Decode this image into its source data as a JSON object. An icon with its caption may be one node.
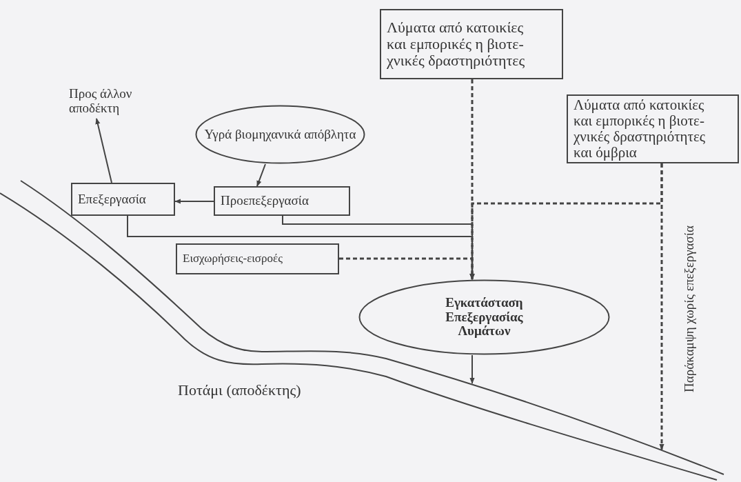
{
  "diagram": {
    "nodes": [
      {
        "text": [
          "Λύματα από κατοικίες και εμπορικές η βιοτε- χνικές δραστηριότητες"
        ]
      },
      {
        "text": [
          "Προς άλλον αποδέκτη"
        ]
      },
      {
        "text": [
          "Υγρά βιομηχανικά απόβλητα"
        ]
      },
      {
        "text": [
          "Λύματα από κατοικίες και εμπορικές η βιοτε- χνικές δραστηριότητες και όμβρια"
        ]
      },
      {
        "text": [
          "Επεξεργασία"
        ]
      },
      {
        "text": [
          "Προεπεξεργασία"
        ]
      },
      {
        "text": [
          "Εισχωρήσεις-εισροές"
        ]
      },
      {
        "text": [
          "Εγκατάσταση Επεξεργασίας Λυμάτων"
        ]
      }
    ],
    "edges": [
      {
        "from": 4,
        "to": 1,
        "arrow": "to"
      },
      {
        "from": 2,
        "to": 5,
        "arrow": "to"
      },
      {
        "from": 5,
        "to": 4,
        "arrow": "to"
      },
      {
        "from": 5,
        "to": 7,
        "arrow": "to"
      },
      {
        "from": 4,
        "to": 7,
        "arrow": "to"
      },
      {
        "from": 6,
        "to": 7,
        "arrow": "to",
        "style": "dashed"
      },
      {
        "from": 0,
        "to": 7,
        "arrow": "to",
        "style": "dashed"
      },
      {
        "from": 3,
        "to": 7,
        "arrow": "to",
        "style": "dashed"
      },
      {
        "from": 3,
        "to": null,
        "arrow": "to",
        "style": "dashed",
        "label": "Παράκαμψη χωρίς επεξεργασία"
      },
      {
        "from": 7,
        "to": null,
        "arrow": "to"
      }
    ],
    "labels": [
      "Ποτάμι (αποδέκτης)"
    ]
  }
}
